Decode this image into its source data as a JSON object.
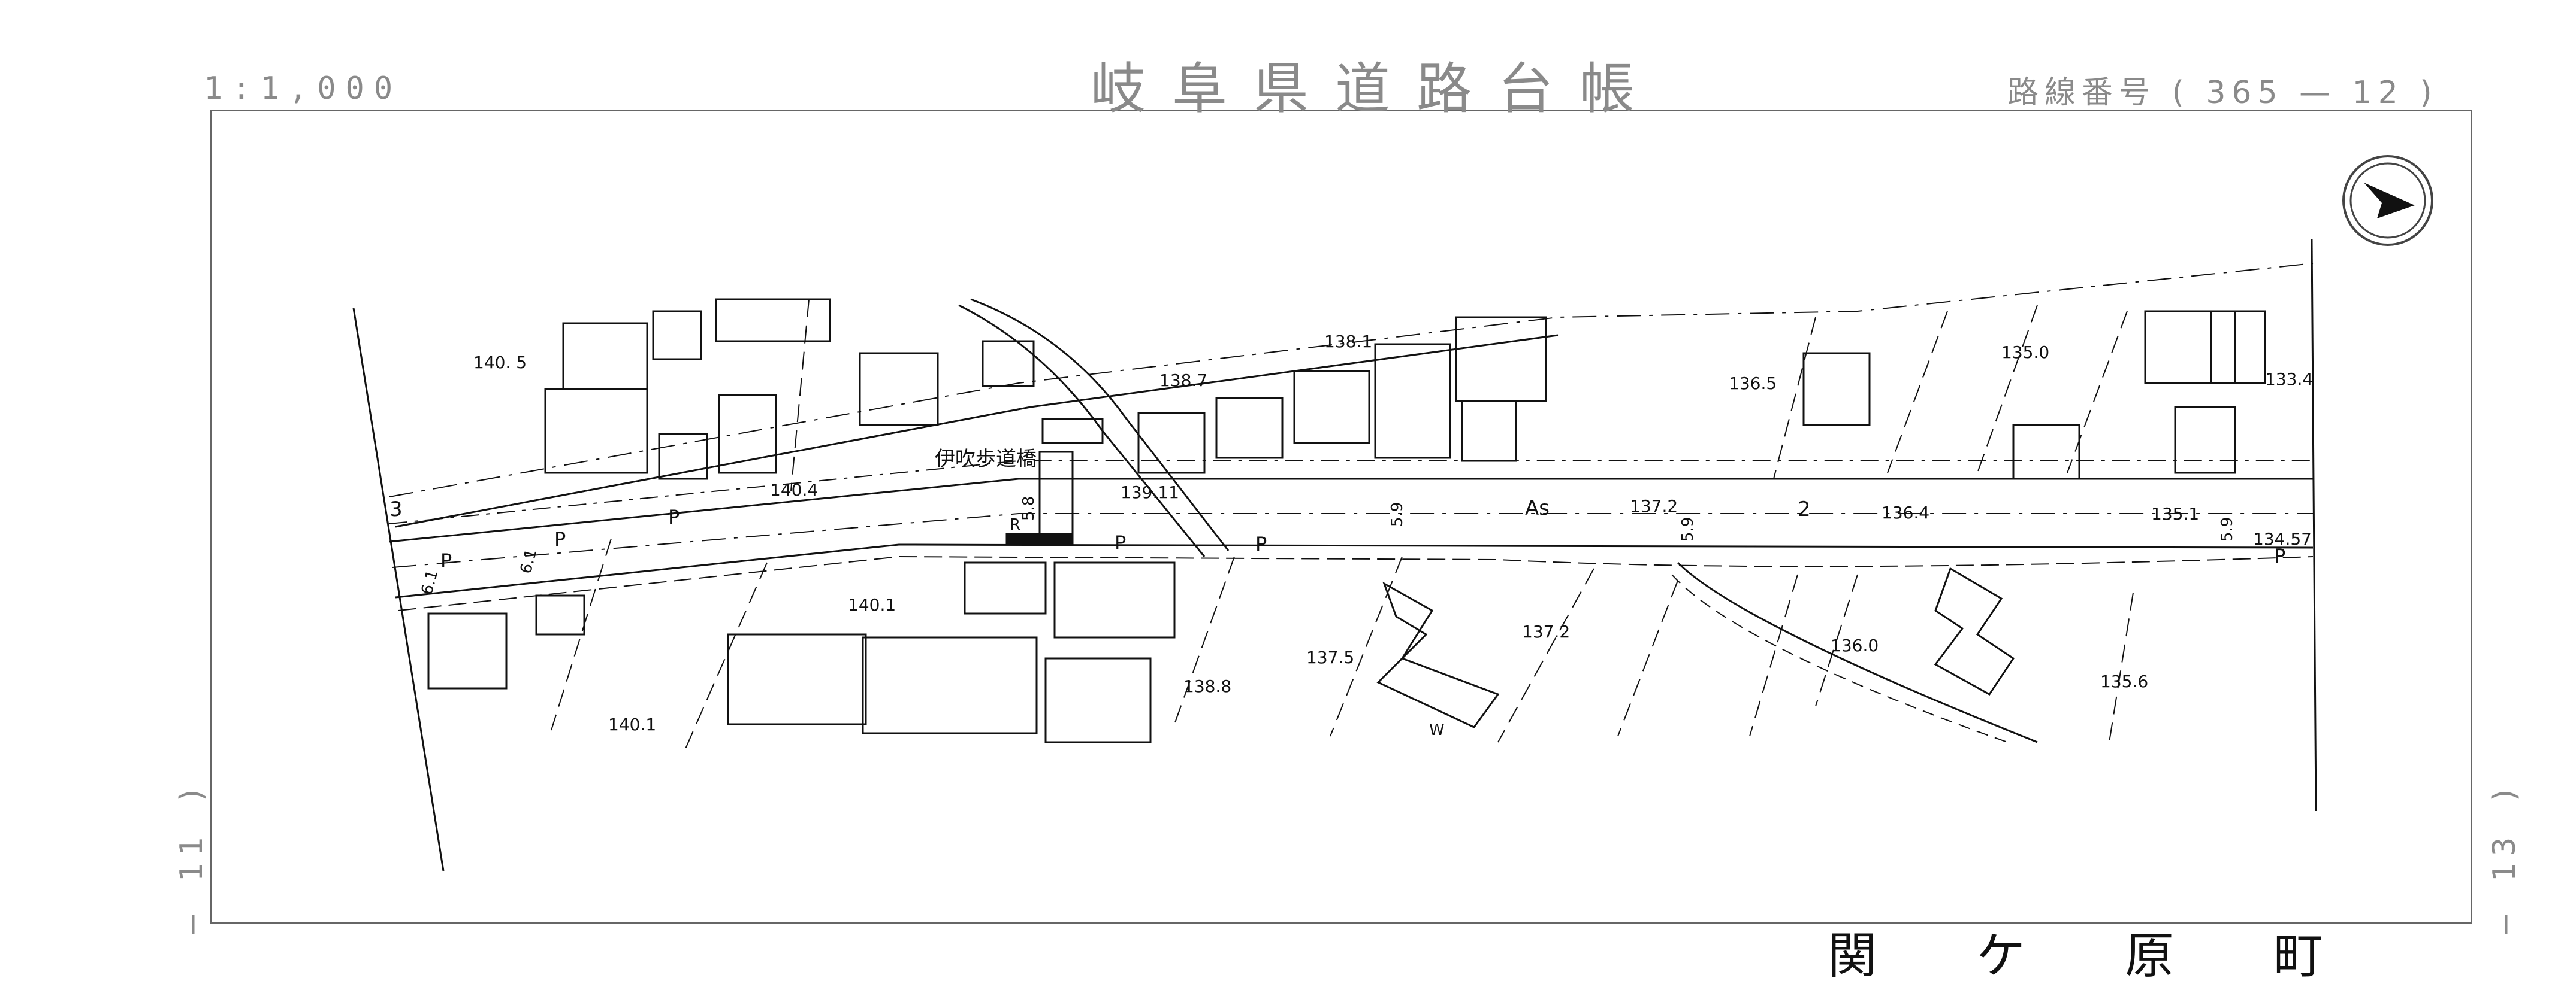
{
  "header": {
    "scale": "1:1,000",
    "title": "岐阜県道路台帳",
    "route_number": "路線番号 ( 365 — 12 )"
  },
  "sheet_links": {
    "left": "— 11 )",
    "right": "— 13 )"
  },
  "town_name": "関 ケ 原 町",
  "map": {
    "bridge_name": "伊吹歩道橋",
    "elevations": [
      "140. 5",
      "138.7",
      "138.1",
      "136.5",
      "135.0",
      "133.4",
      "140.4",
      "139.11",
      "137.2",
      "136.4",
      "135.1",
      "134.57",
      "140.1",
      "137.5",
      "138.8",
      "136.0",
      "135.6",
      "140.1",
      "137.2"
    ],
    "road_widths": [
      "5.9",
      "5.9",
      "5.8",
      "6.1",
      "6.1",
      "5.9"
    ],
    "pavement": "As",
    "lane_count": "2",
    "symbols": {
      "parking": "P",
      "river": "R",
      "well": "W",
      "section_marker": "3"
    },
    "colors": {
      "ink": "#111111",
      "frame": "#666666",
      "header": "#8a8a8a"
    }
  }
}
